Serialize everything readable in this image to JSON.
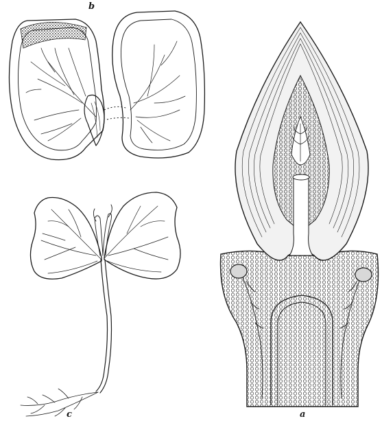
{
  "figure": {
    "labels": {
      "a": "a",
      "b": "b",
      "c": "c"
    },
    "colors": {
      "ink": "#1a1a1a",
      "paper": "#ffffff"
    }
  }
}
